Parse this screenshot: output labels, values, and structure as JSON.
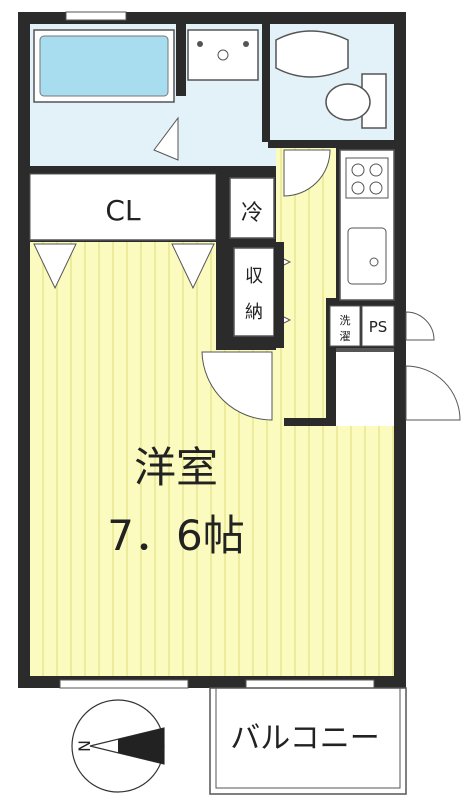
{
  "plan": {
    "room_name": "洋室",
    "room_size": "7．6帖",
    "closet": "CL",
    "fridge": "冷",
    "storage_top": "収",
    "storage_bottom": "納",
    "laundry_top": "洗",
    "laundry_bottom": "濯",
    "pipe_space": "PS",
    "balcony": "バルコニー",
    "compass": "N"
  },
  "colors": {
    "room_floor": "#fbfbbf",
    "room_stripe": "#ecec9c",
    "wet_floor": "#e3f1f8",
    "bathtub": "#a8dcef",
    "wall": "#2b2b2b"
  }
}
